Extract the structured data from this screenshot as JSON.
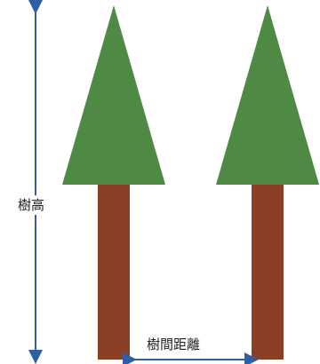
{
  "labels": {
    "tree_height": "樹高",
    "tree_spacing": "樹間距離"
  },
  "colors": {
    "foliage": "#4f8a45",
    "trunk": "#8b3f24",
    "arrow": "#305fa3",
    "text": "#222222",
    "background": "#ffffff"
  },
  "trees": [
    {
      "name": "left-tree"
    },
    {
      "name": "right-tree"
    }
  ]
}
